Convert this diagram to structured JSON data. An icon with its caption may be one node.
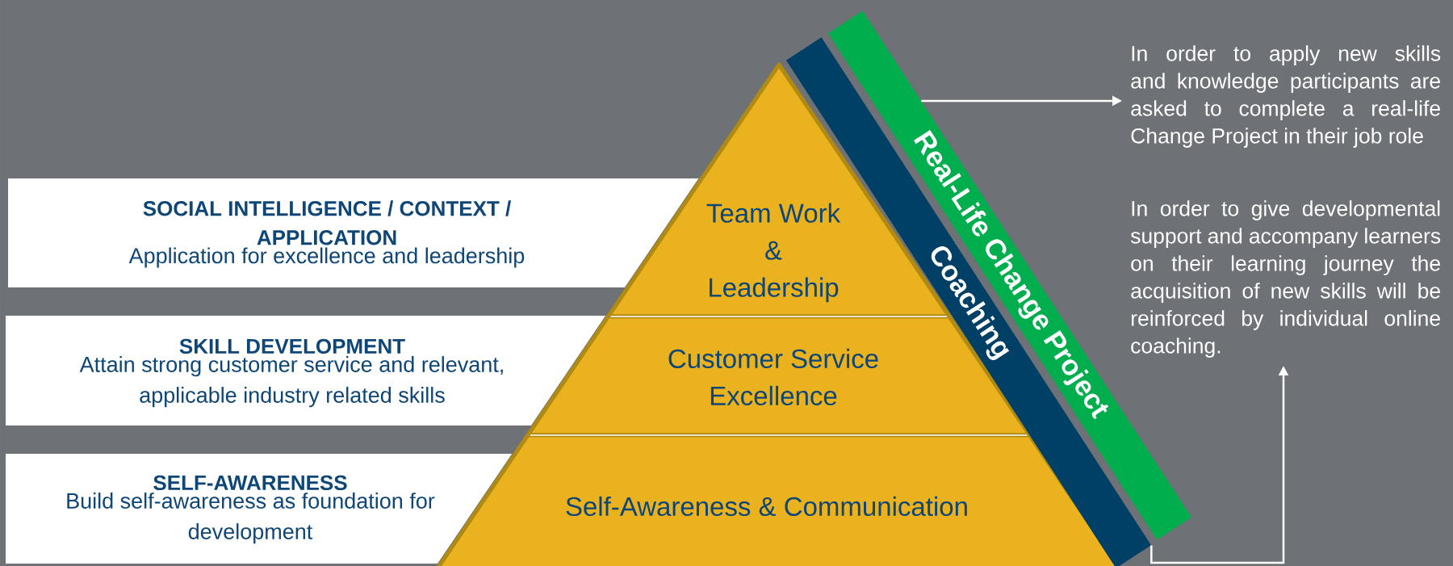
{
  "diagram": {
    "nodes": [
      {
        "text": [
          "SOCIAL INTELLIGENCE / CONTEXT / APPLICATION",
          "Application for excellence and leadership"
        ]
      },
      {
        "text": [
          "SKILL DEVELOPMENT",
          "Attain strong customer service and relevant, applicable industry related skills"
        ]
      },
      {
        "text": [
          "SELF-AWARENESS",
          "Build self-awareness as foundation for development"
        ]
      },
      {
        "text": [
          "Team Work & Leadership"
        ]
      },
      {
        "text": [
          "Customer Service Excellence"
        ]
      },
      {
        "text": [
          "Self-Awareness & Communication"
        ]
      },
      {
        "text": [
          "Coaching"
        ]
      },
      {
        "text": [
          "Real-Life Change Project"
        ]
      },
      {
        "text": [
          "In order to apply new skills and knowledge participants are asked to complete a real-life Change Project in their job role"
        ]
      },
      {
        "text": [
          "In order to give developmental support and accompany learners on their learning journey the acquisition of new skills will be reinforced by individual online coaching."
        ]
      }
    ],
    "edges": [
      {
        "from": 7,
        "to": 8,
        "arrow": "to"
      },
      {
        "from": 6,
        "to": 9,
        "arrow": "to"
      }
    ]
  }
}
